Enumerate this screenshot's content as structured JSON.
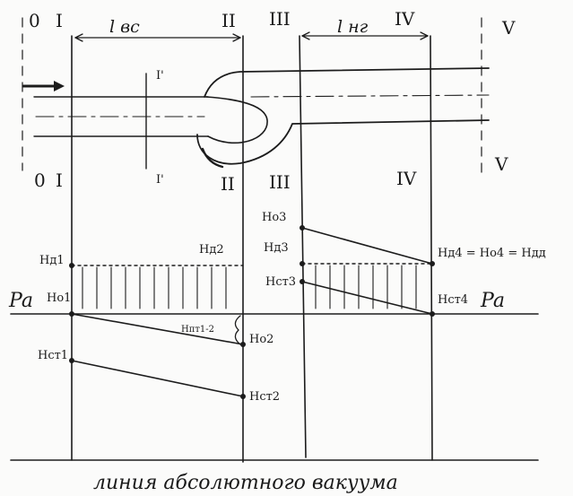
{
  "sections": {
    "top": [
      "0",
      "I",
      "II",
      "III",
      "IV",
      "V"
    ],
    "bottom": [
      "0",
      "I",
      "II",
      "III",
      "IV",
      "V"
    ],
    "inner_top": "I'",
    "inner_bottom": "I'"
  },
  "lengths": {
    "suction": "l вс",
    "discharge": "l нг"
  },
  "heads": {
    "hd1": "Hд1",
    "hd2": "Hд2",
    "ho1": "Hо1",
    "hst1": "Hст1",
    "hpt12": "Hпт1-2",
    "ho2": "Hо2",
    "hst2": "Hст2",
    "ho3": "Hо3",
    "hd3": "Hд3",
    "hst3": "Hст3",
    "hd4_eq": "Hд4 = Hо4 = Hдд",
    "hst4": "Hст4"
  },
  "pressure": {
    "left": "Pa",
    "right": "Pa"
  },
  "caption": "линия абсолютного вакуума"
}
